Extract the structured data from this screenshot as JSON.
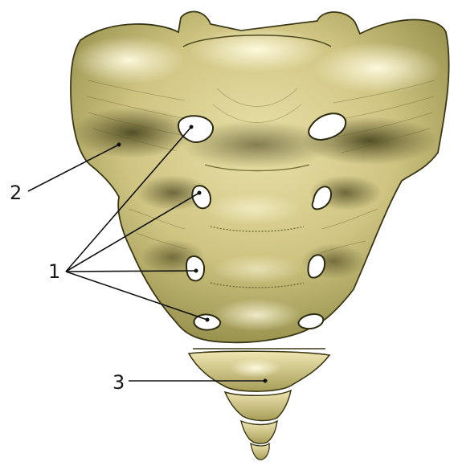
{
  "figure": {
    "subject": "sacrum-anterior-view",
    "colors": {
      "bone_light": "#f2eab8",
      "bone_mid": "#c8bd78",
      "bone_dark": "#6e6a30",
      "bone_shadow": "#4d4a1e",
      "outline": "#3b3816",
      "foramen": "#ffffff",
      "leader_line": "#111111"
    }
  },
  "labels": [
    {
      "id": "label-1",
      "text": "1"
    },
    {
      "id": "label-2",
      "text": "2"
    },
    {
      "id": "label-3",
      "text": "3"
    }
  ]
}
